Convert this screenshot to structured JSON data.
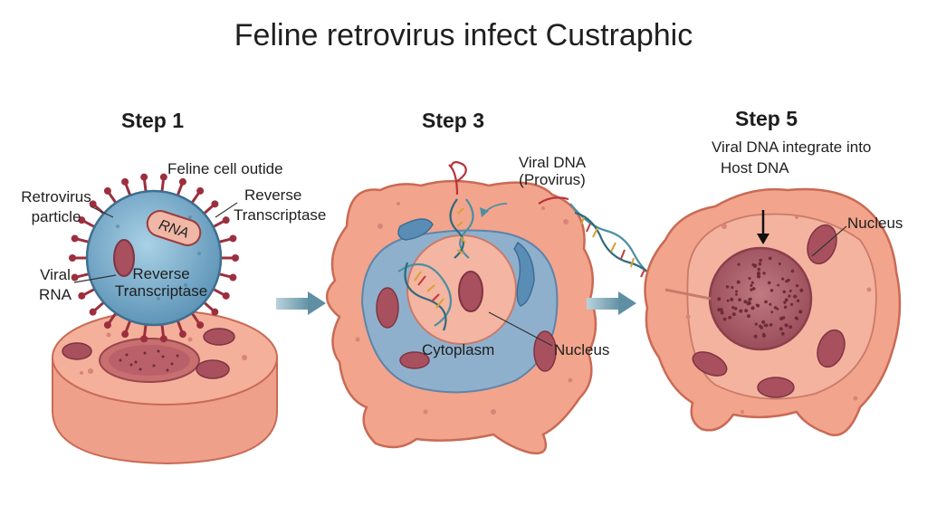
{
  "title": "Feline retrovirus infect Custraphic",
  "steps": [
    {
      "heading": "Step 1",
      "labels": {
        "feline_cell_outside": "Feline cell outide",
        "retrovirus_line1": "Retrovirus",
        "retrovirus_line2": "particle",
        "reverse_t_outer_line1": "Reverse",
        "reverse_t_outer_line2": "Transcriptase",
        "viral_rna_line1": "Viral",
        "viral_rna_line2": "RNA",
        "rna_capsule": "RNA",
        "reverse_t_inner_line1": "Reverse",
        "reverse_t_inner_line2": "Transcriptase"
      }
    },
    {
      "heading": "Step 3",
      "labels": {
        "viral_dna_line1": "Viral DNA",
        "viral_dna_line2": "(Provirus)",
        "cytoplasm": "Cytoplasm",
        "nucleus": "Nucleus"
      }
    },
    {
      "heading": "Step 5",
      "labels": {
        "integrate_line1": "Viral DNA integrate into",
        "integrate_line2": "Host DNA",
        "nucleus": "Nucleus"
      }
    }
  ],
  "colors": {
    "cell_fill": "#f2a48c",
    "cell_stroke": "#c96a55",
    "cytoplasm_blue": "#8fb0cc",
    "virus_blue": "#7aaecd",
    "spike_red": "#9c2f3e",
    "nucleus_dark": "#a04c58",
    "arrow_teal": "#6f9aaa",
    "dna_teal": "#4c8fa3",
    "dna_red": "#b8323c"
  }
}
